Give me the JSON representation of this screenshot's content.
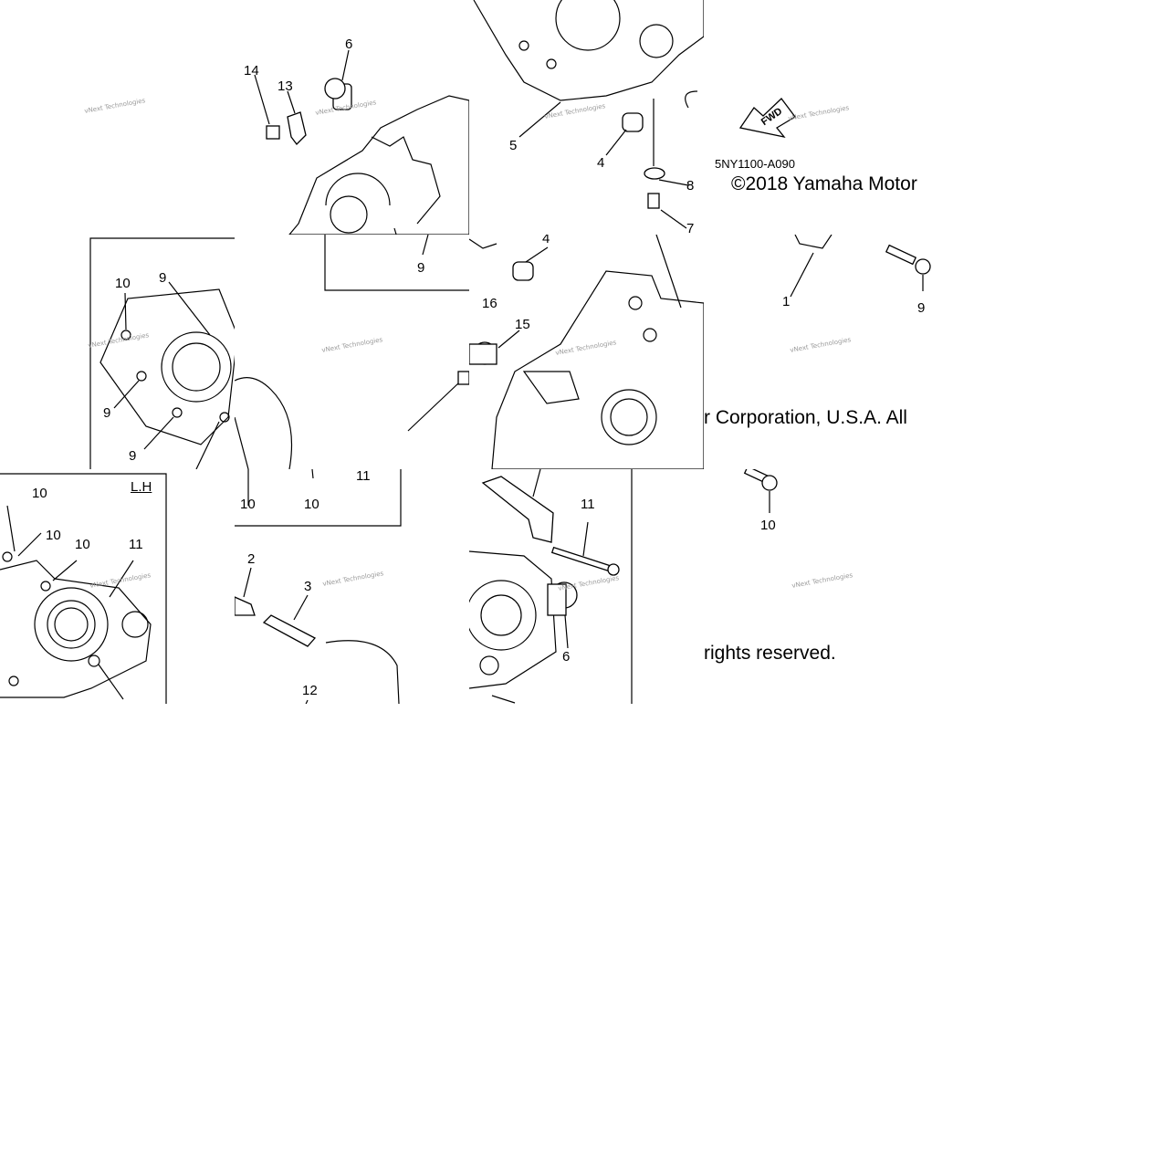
{
  "diagram": {
    "part_code": "5NY1100-A090",
    "fwd_label": "FWD",
    "side_label": "L.H",
    "copyright_parts": [
      "©2018 Yamaha Motor",
      "r Corporation, U.S.A. All",
      "rights reserved."
    ],
    "watermark": "vNext Technologies",
    "callouts": [
      "1",
      "2",
      "3",
      "4",
      "5",
      "6",
      "7",
      "8",
      "9",
      "10",
      "11",
      "12",
      "13",
      "14",
      "15",
      "16"
    ]
  }
}
